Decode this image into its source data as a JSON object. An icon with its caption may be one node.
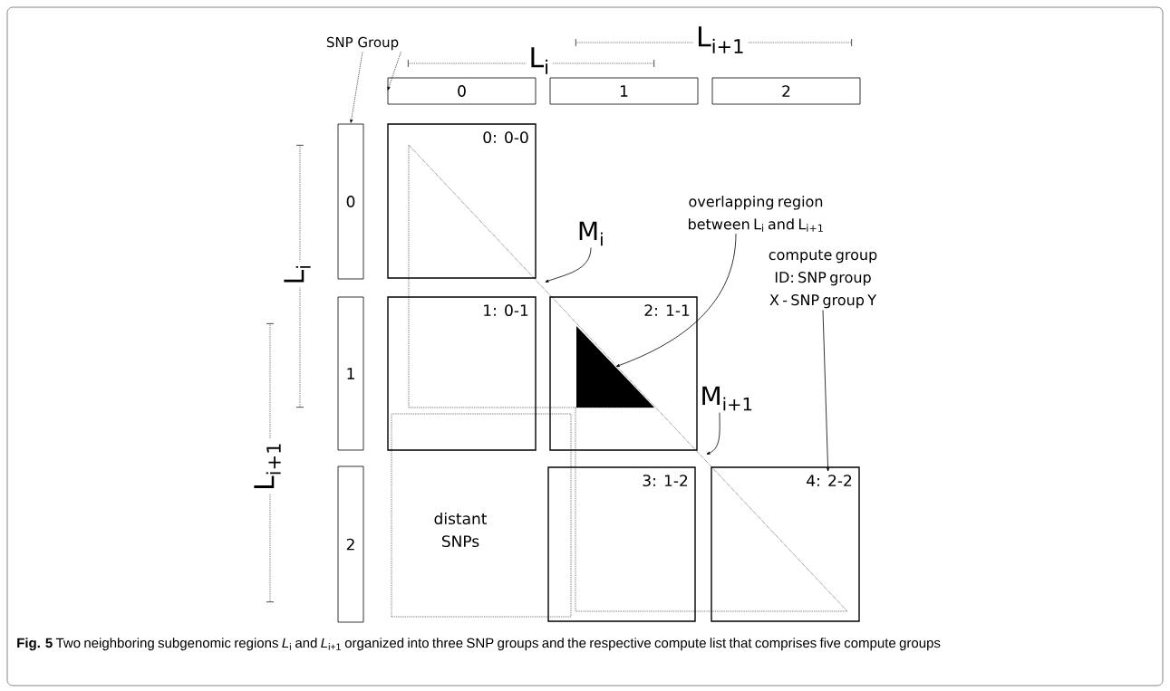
{
  "diagram": {
    "caption": "**Fig. 5** Two neighboring subgenomic regions *L*$_{i}$ and *L*$_{i+1}$ organized into three SNP groups and the respective compute list that comprises five compute groups",
    "nodes": [
      {
        "text": [
          "SNP Group"
        ]
      },
      {
        "text": [
          "0"
        ]
      },
      {
        "text": [
          "1"
        ]
      },
      {
        "text": [
          "2"
        ]
      },
      {
        "text": [
          "0"
        ]
      },
      {
        "text": [
          "1"
        ]
      },
      {
        "text": [
          "2"
        ]
      },
      {
        "text": [
          "0: 0-0"
        ]
      },
      {
        "text": [
          "1: 0-1"
        ]
      },
      {
        "text": [
          "2: 1-1"
        ]
      },
      {
        "text": [
          "3: 1-2"
        ]
      },
      {
        "text": [
          "4: 2-2"
        ]
      },
      {
        "text": [
          "M$_{i}$"
        ]
      },
      {
        "text": [
          "overlapping region between L$_{i}$ and L$_{i+1}$"
        ]
      },
      {
        "text": [
          "M$_{i+1}$"
        ]
      },
      {
        "text": [],
        "shape": "triangle",
        "in": 9
      },
      {
        "text": [
          "compute group ID: SNP group X - SNP group Y"
        ]
      },
      {
        "text": [
          "distant SNPs"
        ]
      }
    ],
    "edges": [
      {
        "from": 0,
        "to": 1,
        "arrow": "to",
        "style": "dashed"
      },
      {
        "from": 0,
        "to": 4,
        "arrow": "to",
        "style": "dashed"
      },
      {
        "from": 12,
        "to": 7,
        "arrow": "to"
      },
      {
        "from": 13,
        "to": 15,
        "arrow": "to"
      },
      {
        "from": 14,
        "to": 9,
        "arrow": "to"
      },
      {
        "from": 16,
        "to": 11,
        "arrow": "to"
      }
    ],
    "labels": [
      "L$_{i+1}$",
      "L$_{i}$",
      "L$_{i}$",
      "L$_{i+1}$"
    ]
  }
}
